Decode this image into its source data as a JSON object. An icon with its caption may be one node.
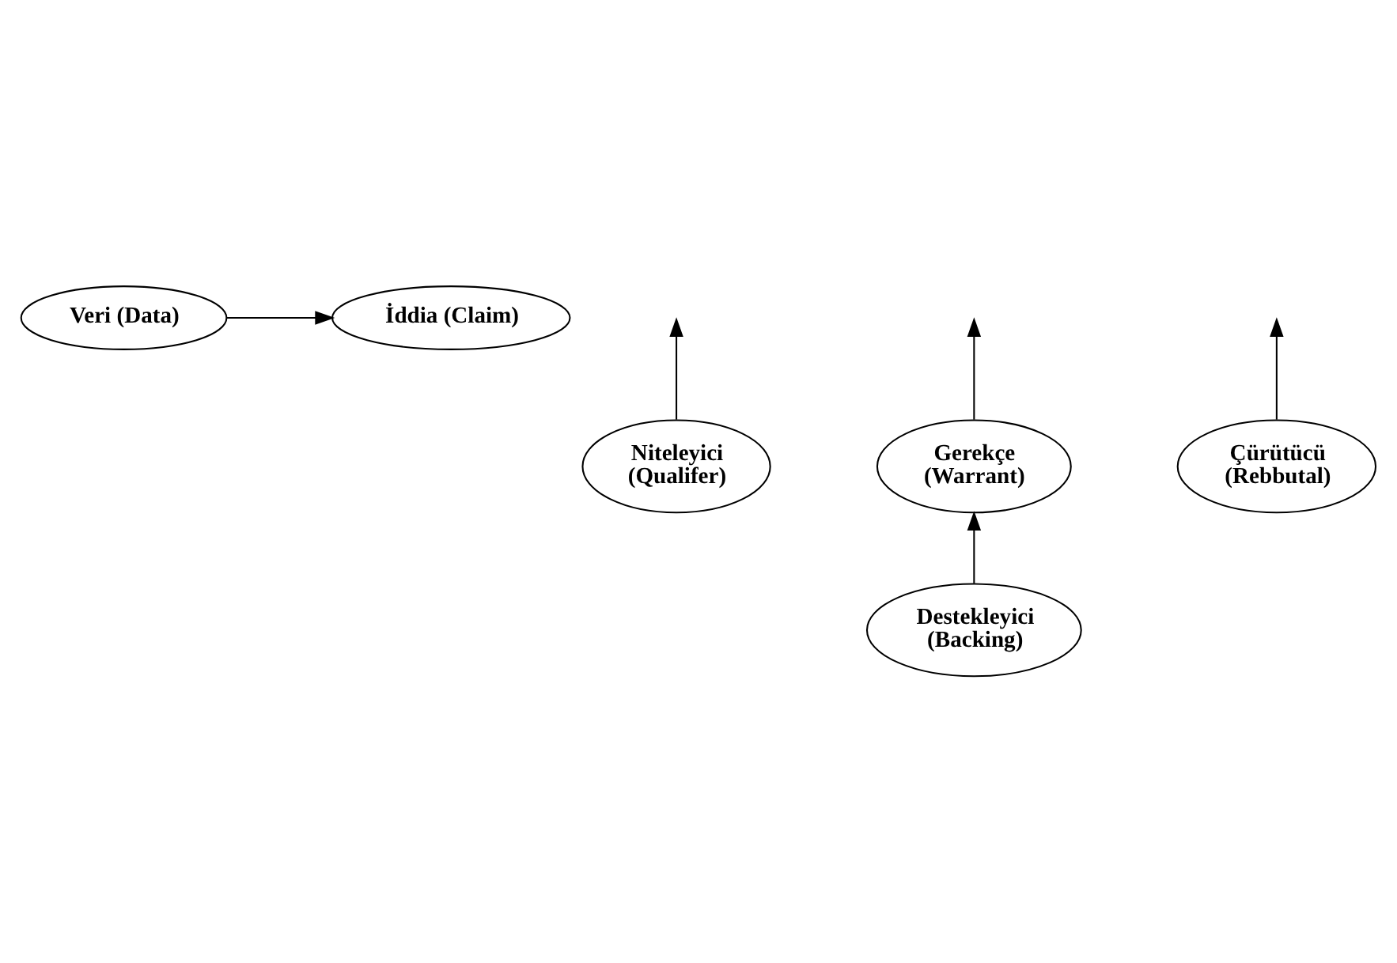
{
  "diagram": {
    "nodes": [
      {
        "text": [
          "Veri (Data)"
        ]
      },
      {
        "text": [
          "İddia (Claim)"
        ]
      },
      {
        "text": [
          "Niteleyici (Qualifer)"
        ]
      },
      {
        "text": [
          "Gerekçe (Warrant)"
        ]
      },
      {
        "text": [
          "Çürütücü (Rebbutal)"
        ]
      },
      {
        "text": [
          "Destekleyici (Backing)"
        ]
      }
    ],
    "edges": [
      {
        "from": 0,
        "to": 1,
        "arrow": "to"
      },
      {
        "from": 2,
        "to": null,
        "arrow": "to"
      },
      {
        "from": 3,
        "to": null,
        "arrow": "to"
      },
      {
        "from": 4,
        "to": null,
        "arrow": "to"
      },
      {
        "from": 5,
        "to": 3,
        "arrow": "to"
      }
    ]
  }
}
